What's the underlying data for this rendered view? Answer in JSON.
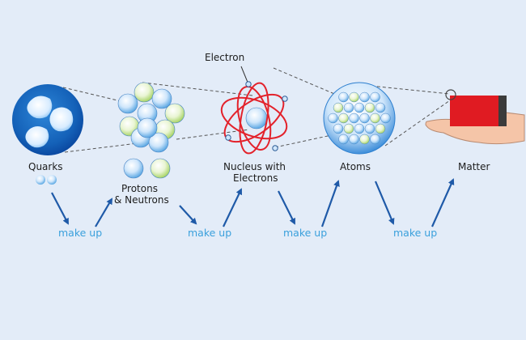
{
  "labels": {
    "electron": "Electron",
    "quarks": "Quarks",
    "protons_line1": "Protons",
    "protons_line2": "& Neutrons",
    "nucleus_line1": "Nucleus with",
    "nucleus_line2": "Electrons",
    "atoms": "Atoms",
    "matter": "Matter"
  },
  "connector": "make up",
  "colors": {
    "background": "#e3ecf8",
    "sphere_blue": "#1a6fc4",
    "sphere_dark": "#0b4aa2",
    "nucleon_green": "#b9dc7a",
    "orbit_red": "#e3222b",
    "arrow_blue": "#1f5aa8",
    "text_accent": "#3aa0dc",
    "matter_block": "#e01b22",
    "skin": "#f5c5a8"
  }
}
